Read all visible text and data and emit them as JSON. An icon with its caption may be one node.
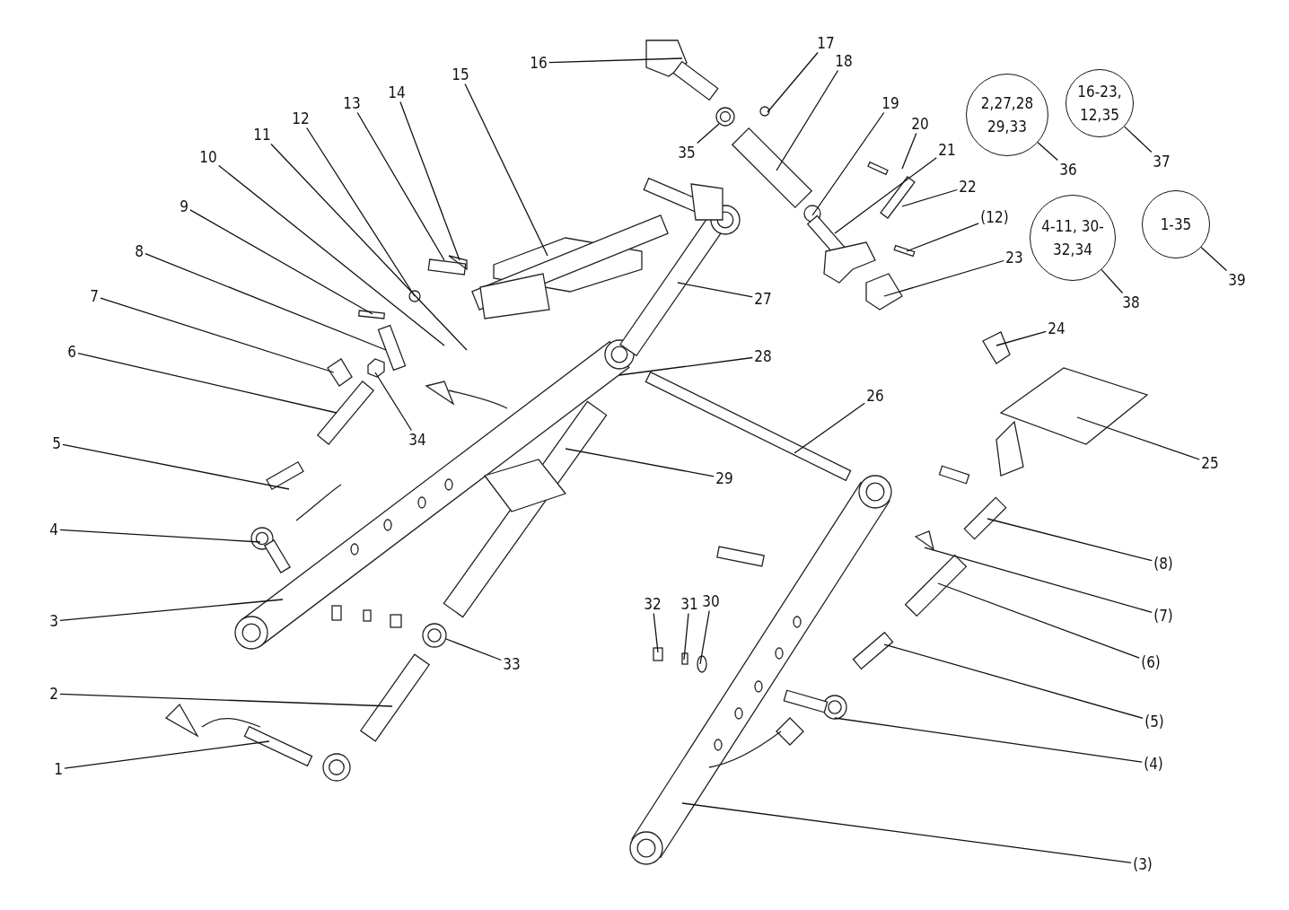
{
  "diagram": {
    "nodes": [
      {
        "text": [
          "1"
        ]
      },
      {
        "text": [
          "2"
        ]
      },
      {
        "text": [
          "3"
        ]
      },
      {
        "text": [
          "4"
        ]
      },
      {
        "text": [
          "5"
        ]
      },
      {
        "text": [
          "6"
        ]
      },
      {
        "text": [
          "7"
        ]
      },
      {
        "text": [
          "8"
        ]
      },
      {
        "text": [
          "9"
        ]
      },
      {
        "text": [
          "10"
        ]
      },
      {
        "text": [
          "11"
        ]
      },
      {
        "text": [
          "12"
        ]
      },
      {
        "text": [
          "13"
        ]
      },
      {
        "text": [
          "14"
        ]
      },
      {
        "text": [
          "15"
        ]
      },
      {
        "text": [
          "16"
        ]
      },
      {
        "text": [
          "17"
        ]
      },
      {
        "text": [
          "18"
        ]
      },
      {
        "text": [
          "19"
        ]
      },
      {
        "text": [
          "20"
        ]
      },
      {
        "text": [
          "21"
        ]
      },
      {
        "text": [
          "22"
        ]
      },
      {
        "text": [
          "(12)"
        ]
      },
      {
        "text": [
          "23"
        ]
      },
      {
        "text": [
          "24"
        ]
      },
      {
        "text": [
          "25"
        ]
      },
      {
        "text": [
          "26"
        ]
      },
      {
        "text": [
          "27"
        ]
      },
      {
        "text": [
          "28"
        ]
      },
      {
        "text": [
          "29"
        ]
      },
      {
        "text": [
          "30"
        ]
      },
      {
        "text": [
          "31"
        ]
      },
      {
        "text": [
          "32"
        ]
      },
      {
        "text": [
          "33"
        ]
      },
      {
        "text": [
          "34"
        ]
      },
      {
        "text": [
          "35"
        ]
      },
      {
        "text": [
          "(8)"
        ]
      },
      {
        "text": [
          "(7)"
        ]
      },
      {
        "text": [
          "(6)"
        ]
      },
      {
        "text": [
          "(5)"
        ]
      },
      {
        "text": [
          "(4)"
        ]
      },
      {
        "text": [
          "(3)"
        ]
      },
      {
        "text": [
          "2,27,28 29,33"
        ]
      },
      {
        "text": [
          "36"
        ]
      },
      {
        "text": [
          "16-23, 12,35"
        ]
      },
      {
        "text": [
          "37"
        ]
      },
      {
        "text": [
          "4-11, 30-32,34"
        ]
      },
      {
        "text": [
          "38"
        ]
      },
      {
        "text": [
          "1-35"
        ]
      },
      {
        "text": [
          "39"
        ]
      }
    ],
    "edges": [
      {
        "from": 0,
        "to": null,
        "arrow": "none"
      },
      {
        "from": 1,
        "to": null,
        "arrow": "none"
      },
      {
        "from": 2,
        "to": null,
        "arrow": "none"
      },
      {
        "from": 3,
        "to": null,
        "arrow": "none"
      },
      {
        "from": 4,
        "to": null,
        "arrow": "none"
      },
      {
        "from": 5,
        "to": null,
        "arrow": "none"
      },
      {
        "from": 6,
        "to": null,
        "arrow": "none"
      },
      {
        "from": 7,
        "to": null,
        "arrow": "none"
      },
      {
        "from": 8,
        "to": null,
        "arrow": "none"
      },
      {
        "from": 9,
        "to": null,
        "arrow": "none"
      },
      {
        "from": 10,
        "to": null,
        "arrow": "none"
      },
      {
        "from": 11,
        "to": null,
        "arrow": "none"
      },
      {
        "from": 12,
        "to": null,
        "arrow": "none"
      },
      {
        "from": 13,
        "to": null,
        "arrow": "none"
      },
      {
        "from": 14,
        "to": null,
        "arrow": "none"
      },
      {
        "from": 15,
        "to": null,
        "arrow": "none"
      },
      {
        "from": 16,
        "to": null,
        "arrow": "none"
      },
      {
        "from": 17,
        "to": null,
        "arrow": "none"
      },
      {
        "from": 18,
        "to": null,
        "arrow": "none"
      },
      {
        "from": 19,
        "to": null,
        "arrow": "none"
      },
      {
        "from": 20,
        "to": null,
        "arrow": "none"
      },
      {
        "from": 21,
        "to": null,
        "arrow": "none"
      },
      {
        "from": 22,
        "to": null,
        "arrow": "none"
      },
      {
        "from": 23,
        "to": null,
        "arrow": "none"
      },
      {
        "from": 24,
        "to": null,
        "arrow": "none"
      },
      {
        "from": 25,
        "to": null,
        "arrow": "none"
      },
      {
        "from": 26,
        "to": null,
        "arrow": "none"
      },
      {
        "from": 27,
        "to": null,
        "arrow": "none"
      },
      {
        "from": 28,
        "to": null,
        "arrow": "none"
      },
      {
        "from": 29,
        "to": null,
        "arrow": "none"
      },
      {
        "from": 30,
        "to": null,
        "arrow": "none"
      },
      {
        "from": 31,
        "to": null,
        "arrow": "none"
      },
      {
        "from": 32,
        "to": null,
        "arrow": "none"
      },
      {
        "from": 33,
        "to": null,
        "arrow": "none"
      },
      {
        "from": 34,
        "to": null,
        "arrow": "none"
      },
      {
        "from": 35,
        "to": null,
        "arrow": "none"
      },
      {
        "from": 36,
        "to": null,
        "arrow": "none"
      },
      {
        "from": 37,
        "to": null,
        "arrow": "none"
      },
      {
        "from": 38,
        "to": null,
        "arrow": "none"
      },
      {
        "from": 39,
        "to": null,
        "arrow": "none"
      },
      {
        "from": 40,
        "to": null,
        "arrow": "none"
      },
      {
        "from": 41,
        "to": null,
        "arrow": "none"
      },
      {
        "from": 43,
        "to": 42,
        "arrow": "none"
      },
      {
        "from": 45,
        "to": 44,
        "arrow": "none"
      },
      {
        "from": 47,
        "to": 46,
        "arrow": "none"
      },
      {
        "from": 49,
        "to": 48,
        "arrow": "none"
      }
    ]
  }
}
